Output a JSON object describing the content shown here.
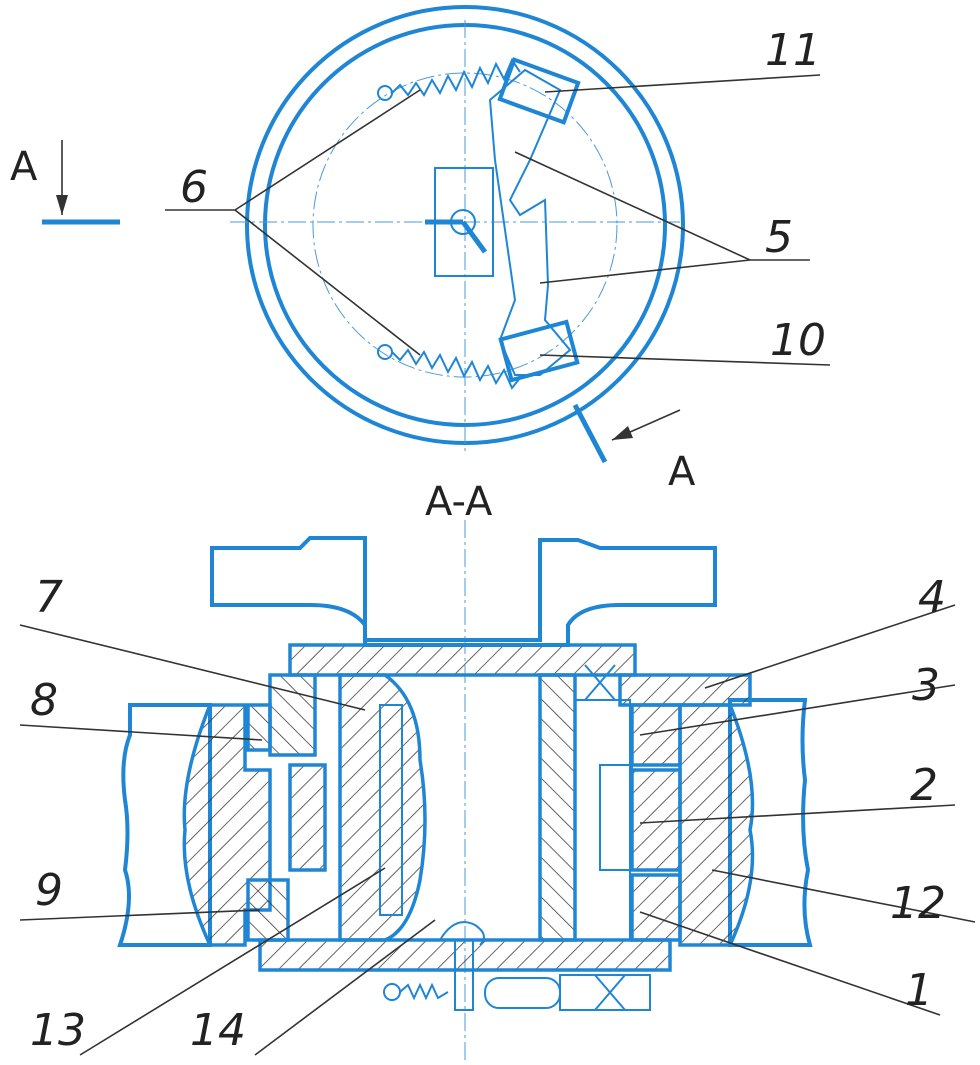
{
  "drawing": {
    "section_marker": "A",
    "section_title": "A-A",
    "colors": {
      "outline": "#1f86d6",
      "leader": "#333333"
    },
    "part_labels": {
      "p1": "1",
      "p2": "2",
      "p3": "3",
      "p4": "4",
      "p5": "5",
      "p6": "6",
      "p7": "7",
      "p8": "8",
      "p9": "9",
      "p10": "10",
      "p11": "11",
      "p12": "12",
      "p13": "13",
      "p14": "14"
    }
  }
}
